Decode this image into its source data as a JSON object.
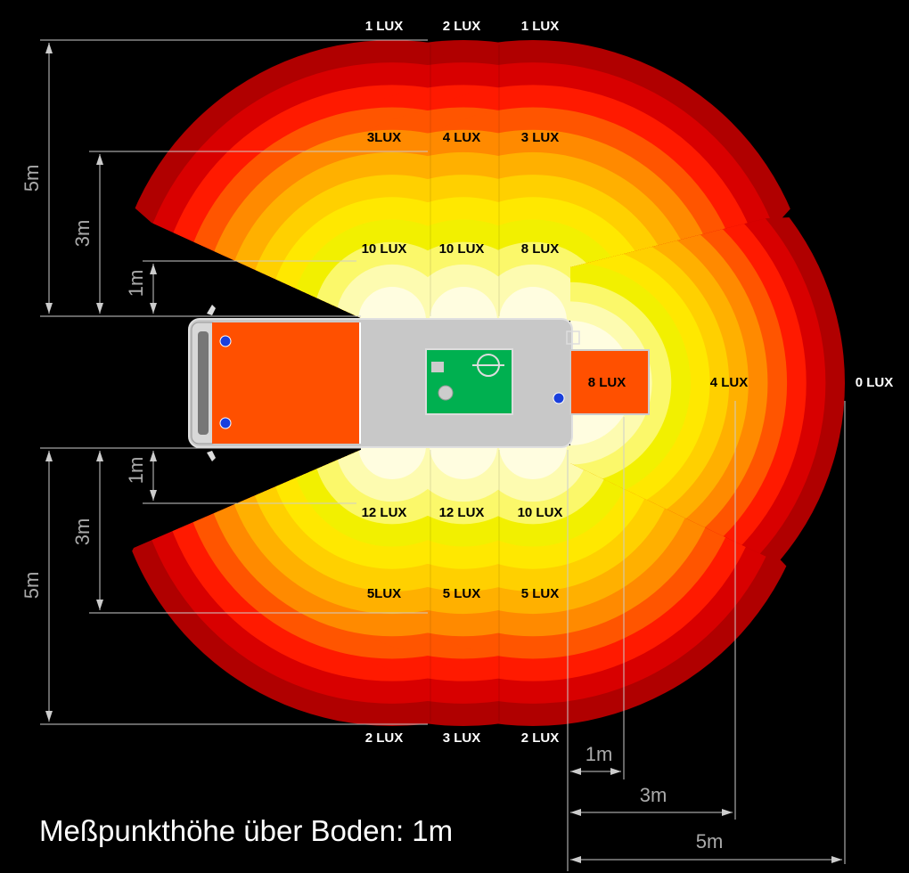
{
  "caption": "Meßpunkthöhe über Boden: 1m",
  "colors": {
    "background": "#000000",
    "zones": [
      "#b00000",
      "#d80000",
      "#ff1a00",
      "#ff5500",
      "#ff8a00",
      "#ffb000",
      "#ffd000",
      "#ffe800",
      "#f2f000",
      "#fbf86a",
      "#fdfbb0",
      "#fffde0"
    ],
    "vehicle": "#c8c8c8",
    "cab": "#ff5000",
    "equipment": "#00b050",
    "dimension_lines": "#cccccc"
  },
  "top_labels": [
    "1 LUX",
    "2 LUX",
    "1 LUX"
  ],
  "upper_mid_labels": [
    "3LUX",
    "4 LUX",
    "3 LUX"
  ],
  "upper_inner_labels": [
    "10 LUX",
    "10 LUX",
    "8 LUX"
  ],
  "rear_labels": {
    "near": "8 LUX",
    "mid": "4 LUX",
    "far": "0 LUX"
  },
  "lower_inner_labels": [
    "12 LUX",
    "12 LUX",
    "10 LUX"
  ],
  "lower_mid_labels": [
    "5LUX",
    "5 LUX",
    "5 LUX"
  ],
  "bottom_labels": [
    "2 LUX",
    "3 LUX",
    "2 LUX"
  ],
  "dimensions": {
    "top_outer": "5m",
    "top_mid": "3m",
    "top_inner": "1m",
    "bottom_inner": "1m",
    "bottom_mid": "3m",
    "bottom_outer": "5m",
    "rear_1": "1m",
    "rear_3": "3m",
    "rear_5": "5m"
  },
  "icons": [
    "light-mount-icon",
    "generator-icon"
  ]
}
